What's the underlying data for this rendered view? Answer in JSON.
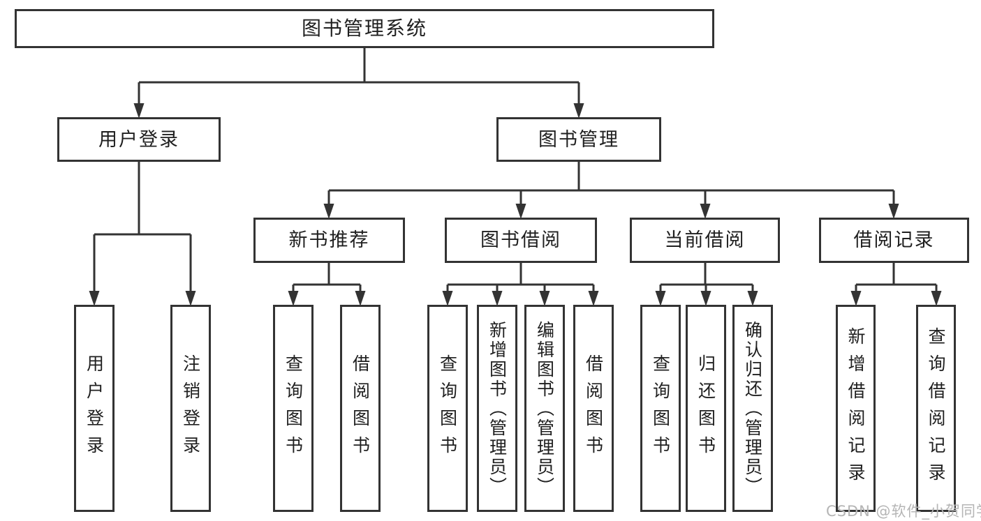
{
  "colors": {
    "line": "#333333",
    "text": "#1f1f1f",
    "background": "#ffffff",
    "watermark": "#b5b5b5"
  },
  "watermark": {
    "text": "CSDN @软件_小贺同学"
  },
  "tree": {
    "label": "图书管理系统",
    "children": [
      {
        "label": "用户登录",
        "children": [
          {
            "label": "用户登录"
          },
          {
            "label": "注销登录"
          }
        ]
      },
      {
        "label": "图书管理",
        "children": [
          {
            "label": "新书推荐",
            "children": [
              {
                "label": "查询图书"
              },
              {
                "label": "借阅图书"
              }
            ]
          },
          {
            "label": "图书借阅",
            "children": [
              {
                "label": "查询图书"
              },
              {
                "label": "新增图书（管理员）"
              },
              {
                "label": "编辑图书（管理员）"
              },
              {
                "label": "借阅图书"
              }
            ]
          },
          {
            "label": "当前借阅",
            "children": [
              {
                "label": "查询图书"
              },
              {
                "label": "归还图书"
              },
              {
                "label": "确认归还（管理员）"
              }
            ]
          },
          {
            "label": "借阅记录",
            "children": [
              {
                "label": "新增借阅记录"
              },
              {
                "label": "查询借阅记录"
              }
            ]
          }
        ]
      }
    ]
  }
}
